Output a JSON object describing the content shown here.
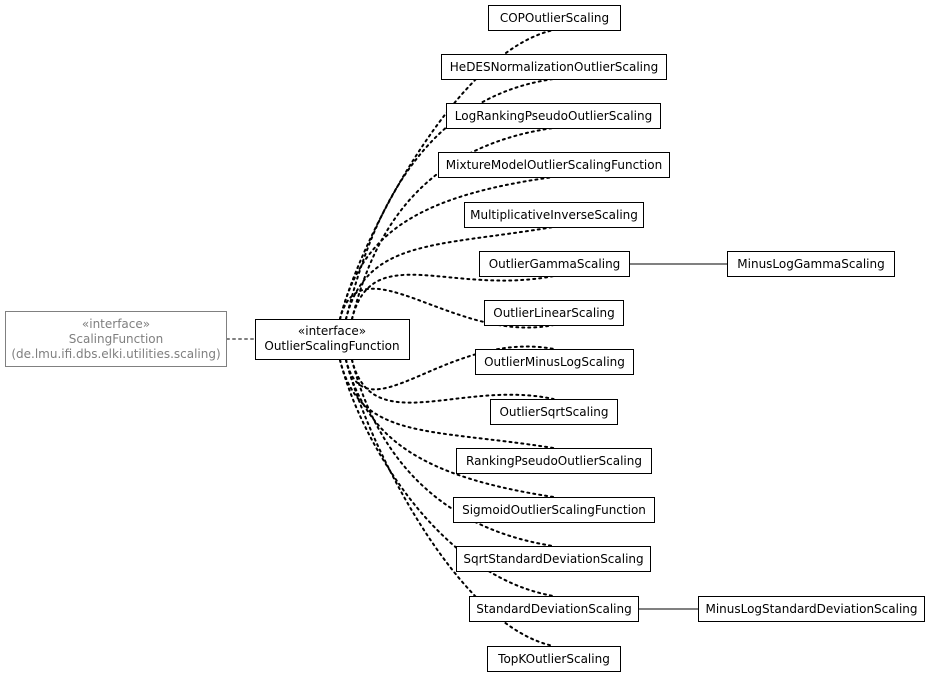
{
  "parent_interface": {
    "stereotype": "«interface»",
    "name": "ScalingFunction",
    "package": "(de.lmu.ifi.dbs.elki.utilities.scaling)"
  },
  "central_interface": {
    "stereotype": "«interface»",
    "name": "OutlierScalingFunction"
  },
  "implementations": [
    {
      "name": "COPOutlierScaling"
    },
    {
      "name": "HeDESNormalizationOutlierScaling"
    },
    {
      "name": "LogRankingPseudoOutlierScaling"
    },
    {
      "name": "MixtureModelOutlierScalingFunction"
    },
    {
      "name": "MultiplicativeInverseScaling"
    },
    {
      "name": "OutlierGammaScaling",
      "subclass": "MinusLogGammaScaling"
    },
    {
      "name": "OutlierLinearScaling"
    },
    {
      "name": "OutlierMinusLogScaling"
    },
    {
      "name": "OutlierSqrtScaling"
    },
    {
      "name": "RankingPseudoOutlierScaling"
    },
    {
      "name": "SigmoidOutlierScalingFunction"
    },
    {
      "name": "SqrtStandardDeviationScaling"
    },
    {
      "name": "StandardDeviationScaling",
      "subclass": "MinusLogStandardDeviationScaling"
    },
    {
      "name": "TopKOutlierScaling"
    }
  ]
}
